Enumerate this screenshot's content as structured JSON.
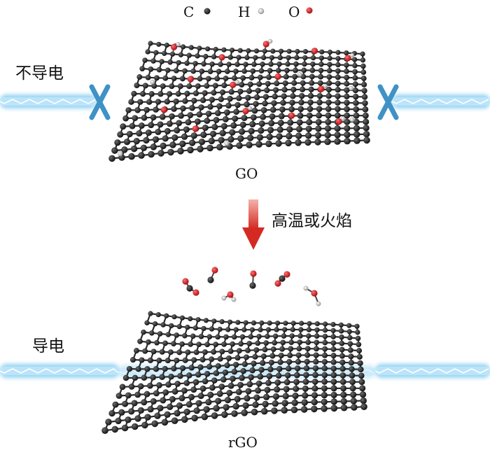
{
  "legend": {
    "carbon": "C",
    "hydrogen": "H",
    "oxygen": "O"
  },
  "top": {
    "status_label": "不导电",
    "sheet_label": "GO"
  },
  "arrow_label": "高温或火焰",
  "bottom": {
    "status_label": "导电",
    "sheet_label": "rGO"
  },
  "colors": {
    "carbon": "#1a1a1a",
    "hydrogen": "#e6e6e6",
    "oxygen": "#d01f24",
    "current_glow": "#7ccaf0",
    "block_cross": "#3f92c6",
    "arrow": "#d42a22"
  }
}
